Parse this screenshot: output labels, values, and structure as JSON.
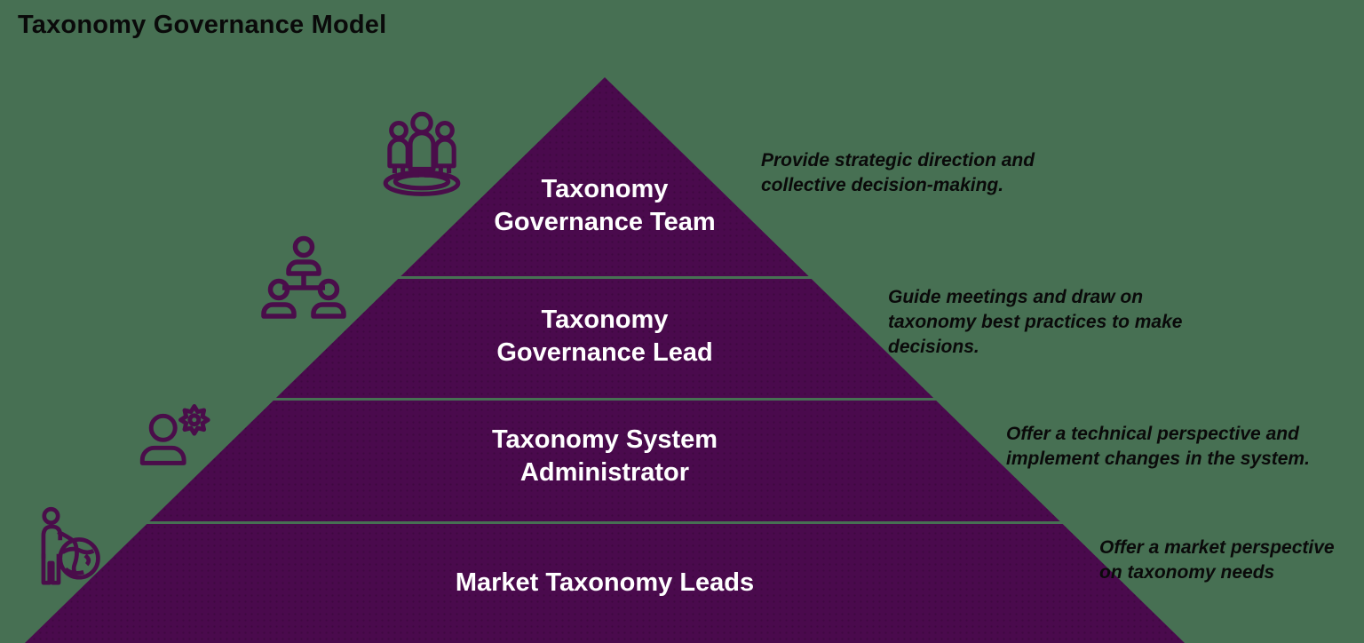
{
  "title": "Taxonomy Governance Model",
  "colors": {
    "background": "#477053",
    "pyramid": "#4a0a4d",
    "tier_label": "#ffffff",
    "description_text": "#0a0a0a",
    "icon_stroke": "#4a0d4a"
  },
  "pyramid": {
    "type": "pyramid-diagram",
    "levels": 4
  },
  "tiers": [
    {
      "label": "Taxonomy\nGovernance Team",
      "description": "Provide strategic direction and\ncollective decision-making.",
      "icon": "people-group-icon"
    },
    {
      "label": "Taxonomy\nGovernance Lead",
      "description": "Guide meetings and draw on\ntaxonomy best practices to make\ndecisions.",
      "icon": "org-chart-icon"
    },
    {
      "label": "Taxonomy System\nAdministrator",
      "description": "Offer a technical perspective and\nimplement changes in the system.",
      "icon": "person-gear-icon"
    },
    {
      "label": "Market Taxonomy Leads",
      "description": "Offer a market perspective\non taxonomy needs",
      "icon": "person-globe-icon"
    }
  ]
}
